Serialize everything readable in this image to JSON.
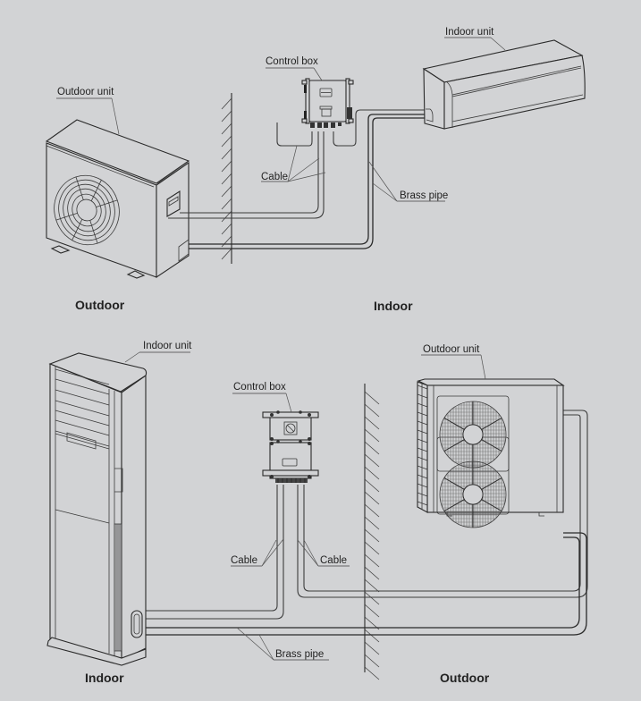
{
  "diagram": {
    "background": "#d2d3d5",
    "line_color": "#2a2a2a",
    "top": {
      "labels": {
        "outdoor_unit": "Outdoor unit",
        "control_box": "Control box",
        "indoor_unit": "Indoor unit",
        "cable": "Cable",
        "brass_pipe": "Brass pipe"
      },
      "sections": {
        "left": "Outdoor",
        "right": "Indoor"
      }
    },
    "bottom": {
      "labels": {
        "indoor_unit": "Indoor unit",
        "control_box": "Control box",
        "outdoor_unit": "Outdoor unit",
        "cable_left": "Cable",
        "cable_right": "Cable",
        "brass_pipe": "Brass pipe"
      },
      "sections": {
        "left": "Indoor",
        "right": "Outdoor"
      }
    }
  }
}
